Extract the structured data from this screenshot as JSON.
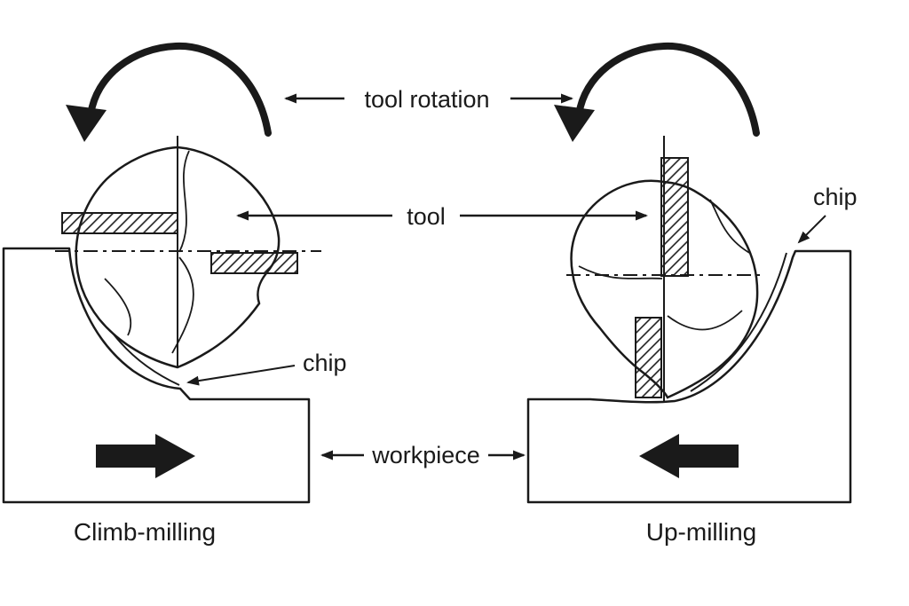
{
  "figure": {
    "labels": {
      "tool_rotation": "tool rotation",
      "tool": "tool",
      "chip_left": "chip",
      "chip_right": "chip",
      "workpiece": "workpiece"
    },
    "captions": {
      "left": "Climb-milling",
      "right": "Up-milling"
    },
    "colors": {
      "ink": "#1a1a1a",
      "background": "#ffffff"
    }
  }
}
